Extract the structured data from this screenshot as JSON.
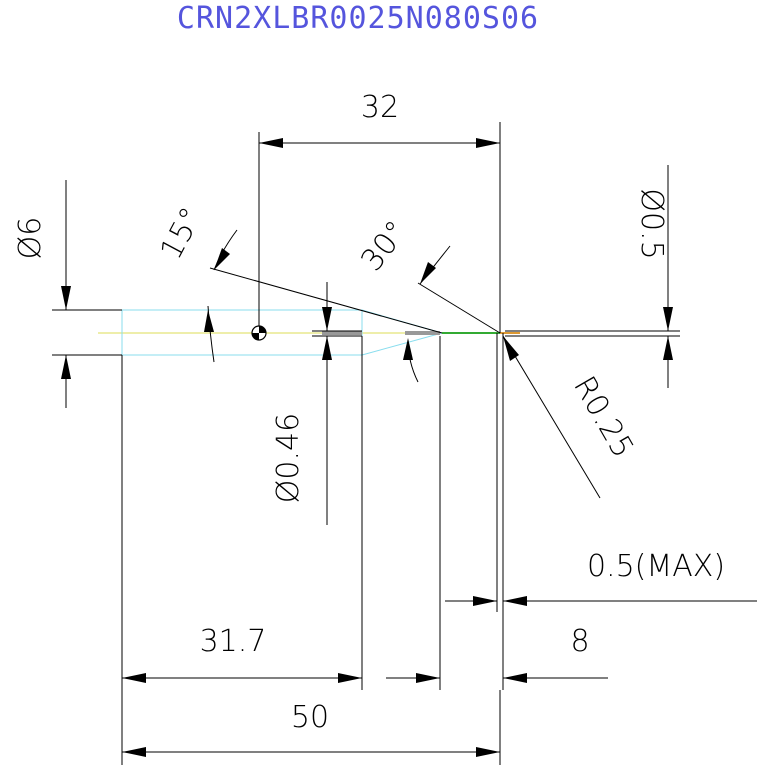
{
  "title": "CRN2XLBR0025N080S06",
  "dimensions": {
    "overall_length": "50",
    "body_length": "31.7",
    "cut_length": "8",
    "reach_length": "32",
    "shank_diameter": "Ø6",
    "neck_diameter": "Ø0.46",
    "tip_diameter": "Ø0.5",
    "corner_radius": "R0.25",
    "max_offset": "0.5(MAX)",
    "taper_angle": "15°",
    "tip_angle": "30°"
  },
  "colors": {
    "title": "#5555dd",
    "dimension_lines": "#000000",
    "tool_outline": "#88ddee",
    "centerline": "#dddd55",
    "tip_segment": "#33aa33"
  }
}
